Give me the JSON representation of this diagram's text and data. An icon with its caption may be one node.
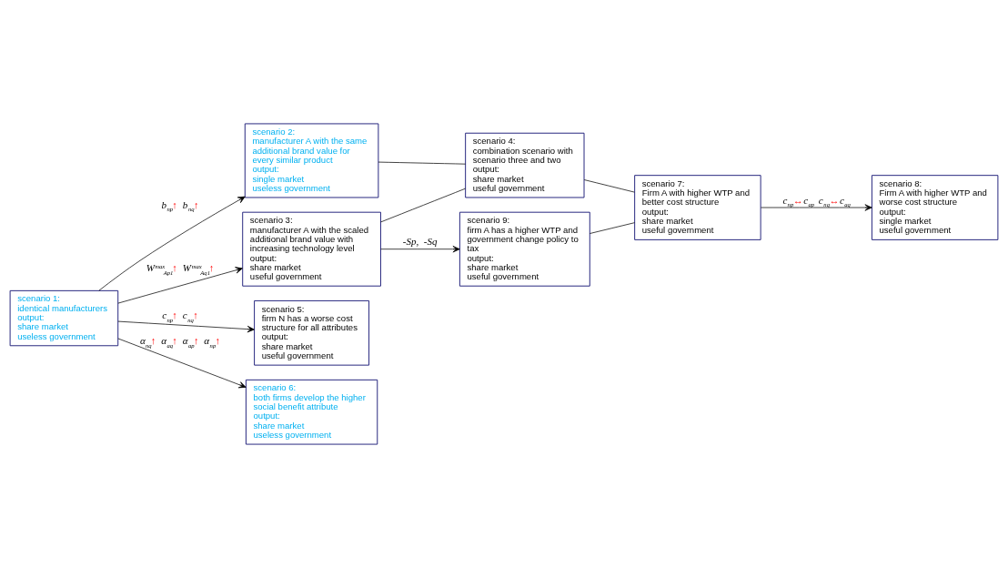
{
  "diagram": {
    "nodes": [
      {
        "text": [
          "scenario 1:",
          "identical manufacturers",
          "output:",
          "share market",
          "useless government"
        ]
      },
      {
        "text": [
          "scenario 2:",
          "manufacturer A with the same additional brand value for every similar product",
          "output:",
          "single market",
          "useless government"
        ]
      },
      {
        "text": [
          "scenario 3:",
          "manufacturer A with the scaled additional brand value with increasing technology level",
          "output:",
          "share market",
          "useful government"
        ]
      },
      {
        "text": [
          "scenario 5:",
          "firm N has a worse cost structure for all attributes",
          "output:",
          "share market",
          "useful government"
        ]
      },
      {
        "text": [
          "scenario 6:",
          "both firms develop the higher social benefit attribute",
          "output:",
          "share market",
          "useless government"
        ]
      },
      {
        "text": [
          "scenario 4:",
          "combination scenario with scenario three and two",
          "output:",
          "share market",
          "useful government"
        ]
      },
      {
        "text": [
          "scenario 9:",
          "firm A has a higher WTP and government change policy to tax",
          "output:",
          "share market",
          "useful government"
        ]
      },
      {
        "text": [
          "scenario 7:",
          "Firm A with higher WTP and better cost structure",
          "output:",
          "share market",
          "useful government"
        ]
      },
      {
        "text": [
          "scenario 8:",
          "Firm A with higher WTP and worse cost structure",
          "output:",
          "single market",
          "useful government"
        ]
      }
    ],
    "edges": [
      {
        "from": 0,
        "to": 1,
        "arrow": "to",
        "label": "b$_{np}$↑ b$_{nq}$↑"
      },
      {
        "from": 0,
        "to": 2,
        "arrow": "to",
        "label": "W$^{max}$$_{Ap1}$↑ W$^{max}$$_{Aq1}$↑"
      },
      {
        "from": 0,
        "to": 3,
        "arrow": "to",
        "label": "c$_{np}$↑ c$_{nq}$↑"
      },
      {
        "from": 0,
        "to": 4,
        "arrow": "to",
        "label": "α$_{nq}$↑ α$_{aq}$↑ α$_{ap}$↑ α$_{np}$↑"
      },
      {
        "from": 1,
        "to": 5,
        "arrow": "none"
      },
      {
        "from": 2,
        "to": 5,
        "arrow": "none"
      },
      {
        "from": 2,
        "to": 6,
        "arrow": "to",
        "label": "-Sp, -Sq"
      },
      {
        "from": 5,
        "to": 7,
        "arrow": "none"
      },
      {
        "from": 6,
        "to": 7,
        "arrow": "none"
      },
      {
        "from": 7,
        "to": 8,
        "arrow": "to",
        "label": "c$_{np}$↔c$_{ap}$ c$_{nq}$↔c$_{aq}$"
      }
    ]
  }
}
